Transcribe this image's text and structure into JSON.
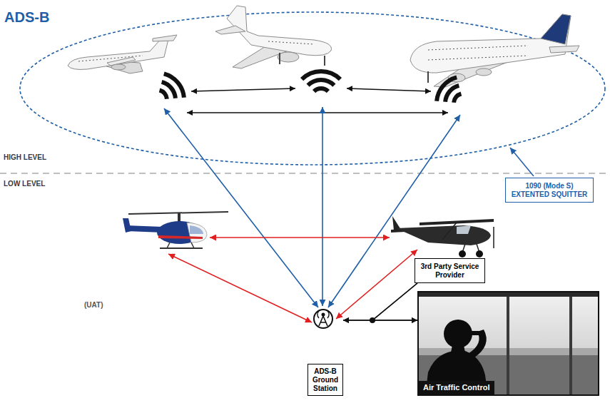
{
  "diagram": {
    "title": "ADS-B",
    "nodes": [
      {
        "text": [
          "1090 (Mode S) EXTENTED SQUITTER"
        ]
      },
      {
        "text": [
          "3rd Party Service Provider"
        ]
      },
      {
        "text": [
          "ADS-B Ground Station"
        ]
      },
      {
        "text": [
          "Air Traffic Control"
        ]
      }
    ],
    "edges": [
      {
        "from": 2,
        "to": 3,
        "arrow": "both"
      },
      {
        "from": 1,
        "to": 3,
        "arrow": "to"
      },
      {
        "from": 1,
        "to": 2,
        "arrow": "to"
      }
    ],
    "labels": [
      "HIGH LEVEL",
      "LOW LEVEL",
      "(UAT)"
    ]
  }
}
